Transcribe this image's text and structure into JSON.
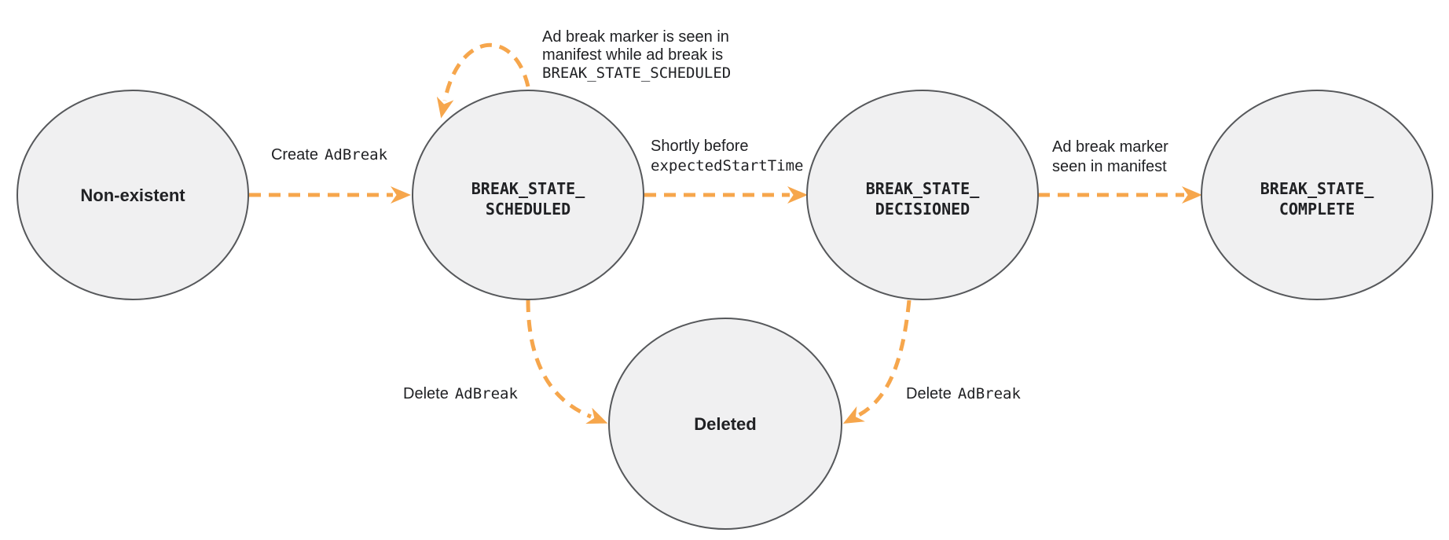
{
  "colors": {
    "arrow": "#F6A64C",
    "node_fill": "#F0F0F1",
    "node_stroke": "#56585B",
    "text": "#202124"
  },
  "states": {
    "nonexistent": {
      "label": "Non-existent"
    },
    "scheduled": {
      "line1": "BREAK_STATE_",
      "line2": "SCHEDULED"
    },
    "decisioned": {
      "line1": "BREAK_STATE_",
      "line2": "DECISIONED"
    },
    "complete": {
      "line1": "BREAK_STATE_",
      "line2": "COMPLETE"
    },
    "deleted": {
      "label": "Deleted"
    }
  },
  "transitions": {
    "create": {
      "prefix": "Create",
      "code": "AdBreak"
    },
    "self_loop": {
      "line1": "Ad break marker is seen in",
      "line2": "manifest while ad break is",
      "line3": "BREAK_STATE_SCHEDULED"
    },
    "to_decisioned": {
      "line1": "Shortly before",
      "line2": "expectedStartTime"
    },
    "to_complete": {
      "line1": "Ad break marker",
      "line2": "seen in manifest"
    },
    "delete_left": {
      "prefix": "Delete",
      "code": "AdBreak"
    },
    "delete_right": {
      "prefix": "Delete",
      "code": "AdBreak"
    }
  }
}
